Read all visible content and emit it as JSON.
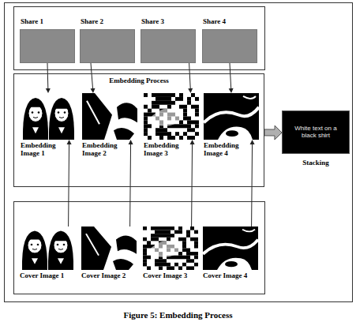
{
  "diagram": {
    "caption": "Figure 5: Embedding Process",
    "nodes": [
      {
        "text": [
          "Share 1"
        ]
      },
      {
        "text": [
          "Share 2"
        ]
      },
      {
        "text": [
          "Share 3"
        ]
      },
      {
        "text": [
          "Share 4"
        ]
      },
      {
        "text": [
          "Embedding Process"
        ]
      },
      {
        "text": [
          "Embedding Image 1"
        ],
        "in": 4
      },
      {
        "text": [
          "Embedding Image 2"
        ],
        "in": 4
      },
      {
        "text": [
          "Embedding Image 3"
        ],
        "in": 4
      },
      {
        "text": [
          "Embedding Image 4"
        ],
        "in": 4
      },
      {
        "text": [
          "White text on a black shirt",
          "Stacking"
        ]
      },
      {
        "text": [
          "Cover Image 1"
        ]
      },
      {
        "text": [
          "Cover Image 2"
        ]
      },
      {
        "text": [
          "Cover Image 3"
        ]
      },
      {
        "text": [
          "Cover Image 4"
        ]
      }
    ],
    "edges": [
      {
        "from": 0,
        "to": 5,
        "arrow": "to"
      },
      {
        "from": 1,
        "to": 6,
        "arrow": "to"
      },
      {
        "from": 2,
        "to": 7,
        "arrow": "to"
      },
      {
        "from": 3,
        "to": 8,
        "arrow": "to"
      },
      {
        "from": 10,
        "to": 5,
        "arrow": "to"
      },
      {
        "from": 11,
        "to": 6,
        "arrow": "to"
      },
      {
        "from": 12,
        "to": 7,
        "arrow": "to"
      },
      {
        "from": 13,
        "to": 8,
        "arrow": "to"
      },
      {
        "from": 4,
        "to": 9,
        "arrow": "to"
      }
    ]
  }
}
